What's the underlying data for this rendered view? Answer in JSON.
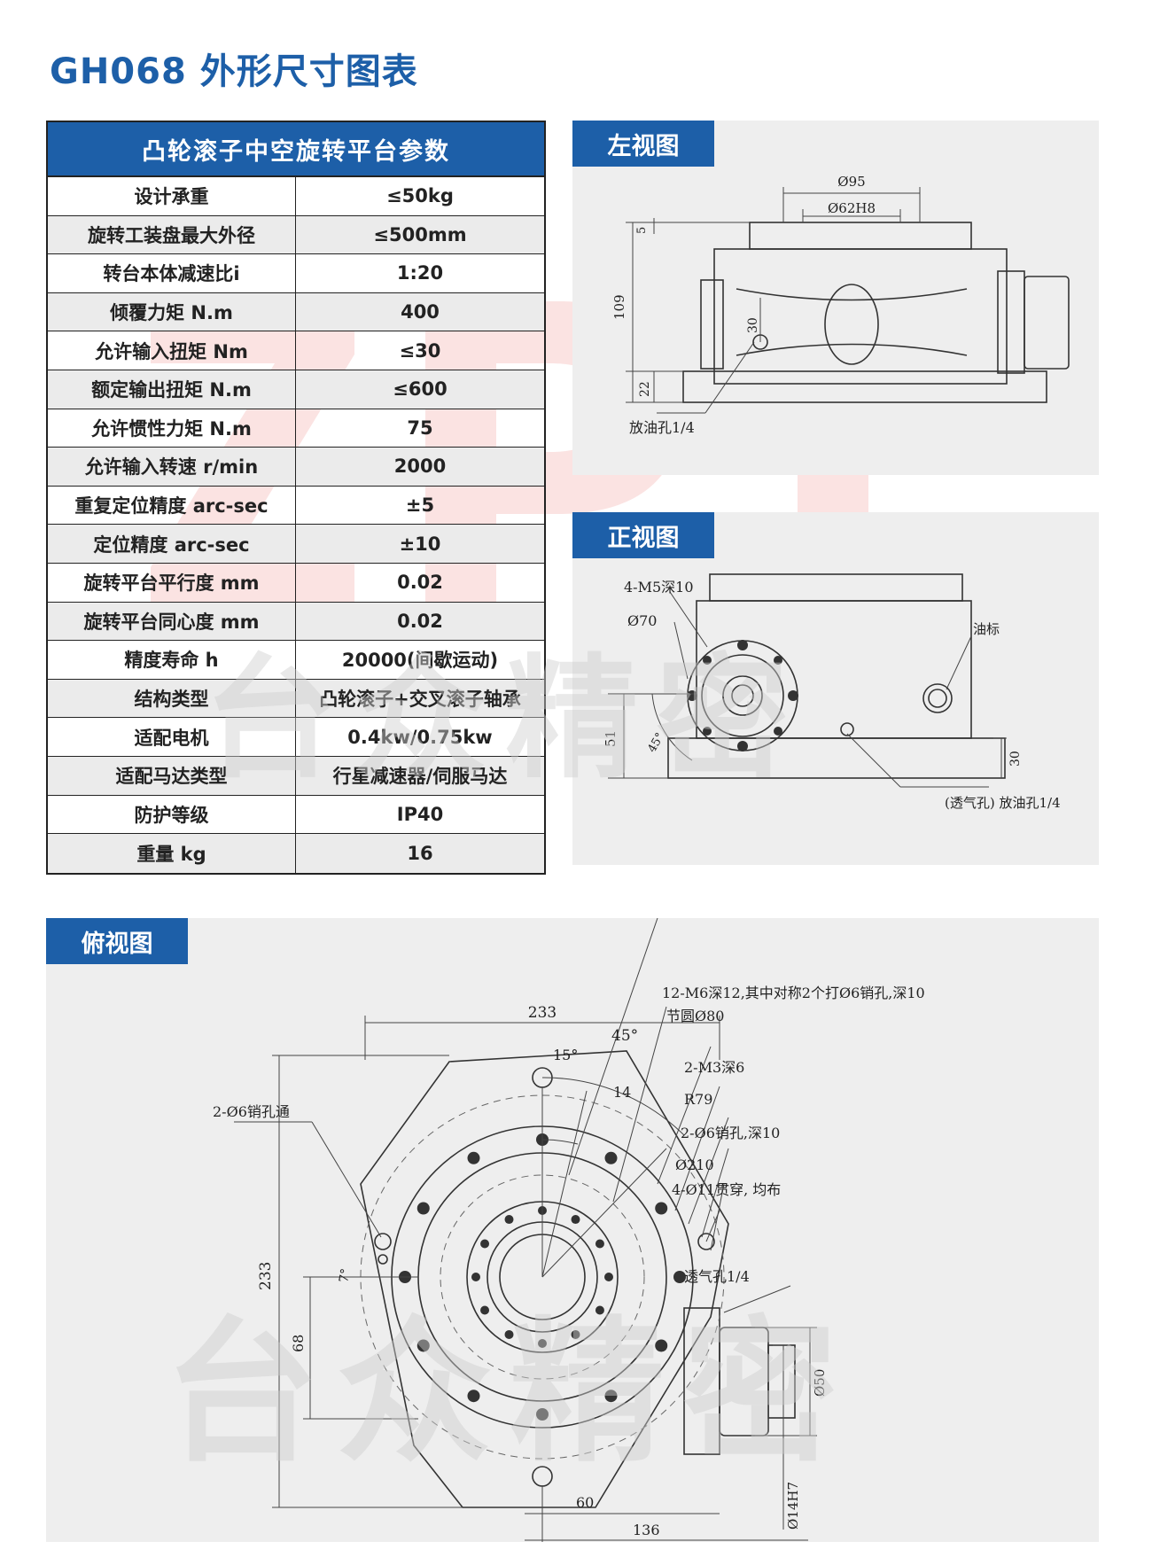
{
  "page": {
    "title": "GH068 外形尺寸图表"
  },
  "watermark": {
    "text": "台众精密"
  },
  "params": {
    "header": "凸轮滚子中空旋转平台参数",
    "rows": [
      {
        "name": "设计承重",
        "value": "≤50kg"
      },
      {
        "name": "旋转工装盘最大外径",
        "value": "≤500mm"
      },
      {
        "name": "转台本体减速比i",
        "value": "1:20"
      },
      {
        "name": "倾覆力矩 N.m",
        "value": "400"
      },
      {
        "name": "允许输入扭矩 Nm",
        "value": "≤30"
      },
      {
        "name": "额定输出扭矩 N.m",
        "value": "≤600"
      },
      {
        "name": "允许惯性力矩 N.m",
        "value": "75"
      },
      {
        "name": "允许输入转速 r/min",
        "value": "2000"
      },
      {
        "name": "重复定位精度 arc-sec",
        "value": "±5"
      },
      {
        "name": "定位精度 arc-sec",
        "value": "±10"
      },
      {
        "name": "旋转平台平行度 mm",
        "value": "0.02"
      },
      {
        "name": "旋转平台同心度 mm",
        "value": "0.02"
      },
      {
        "name": "精度寿命 h",
        "value": "20000(间歇运动)"
      },
      {
        "name": "结构类型",
        "value": "凸轮滚子+交叉滚子轴承"
      },
      {
        "name": "适配电机",
        "value": "0.4kw/0.75kw"
      },
      {
        "name": "适配马达类型",
        "value": "行星减速器/伺服马达"
      },
      {
        "name": "防护等级",
        "value": "IP40"
      },
      {
        "name": "重量 kg",
        "value": "16"
      }
    ]
  },
  "left_view": {
    "title": "左视图",
    "dims": {
      "d95": "Ø95",
      "d62": "Ø62H8",
      "h5": "5",
      "h109": "109",
      "h30": "30",
      "h22": "22",
      "drain": "放油孔1/4"
    }
  },
  "front_view": {
    "title": "正视图",
    "dims": {
      "m5": "4-M5深10",
      "d70": "Ø70",
      "a45": "45°",
      "h51": "51",
      "h30": "30",
      "oil_mark": "油标",
      "vent_drain": "(透气孔) 放油孔1/4"
    }
  },
  "top_view": {
    "title": "俯视图",
    "dims": {
      "w233": "233",
      "h233": "233",
      "a45": "45°",
      "a15": "15°",
      "d14": "14",
      "h68": "68",
      "w60": "60",
      "w136": "136",
      "d50": "Ø50",
      "d14h7": "Ø14H7",
      "a7": "7°"
    },
    "callouts": {
      "m6": "12-M6深12,其中对称2个打Ø6销孔,深10",
      "pitch80": "节圆Ø80",
      "m3": "2-M3深6",
      "r79": "R79",
      "pin6": "2-Ø6销孔,深10",
      "d210": "Ø210",
      "holes11": "4-Ø11贯穿, 均布",
      "vent": "透气孔1/4",
      "pin_through": "2-Ø6销孔通"
    }
  },
  "colors": {
    "brand_blue": "#1d5fa8",
    "panel_bg": "#eeeeee",
    "watermark_red": "#e3332b"
  }
}
